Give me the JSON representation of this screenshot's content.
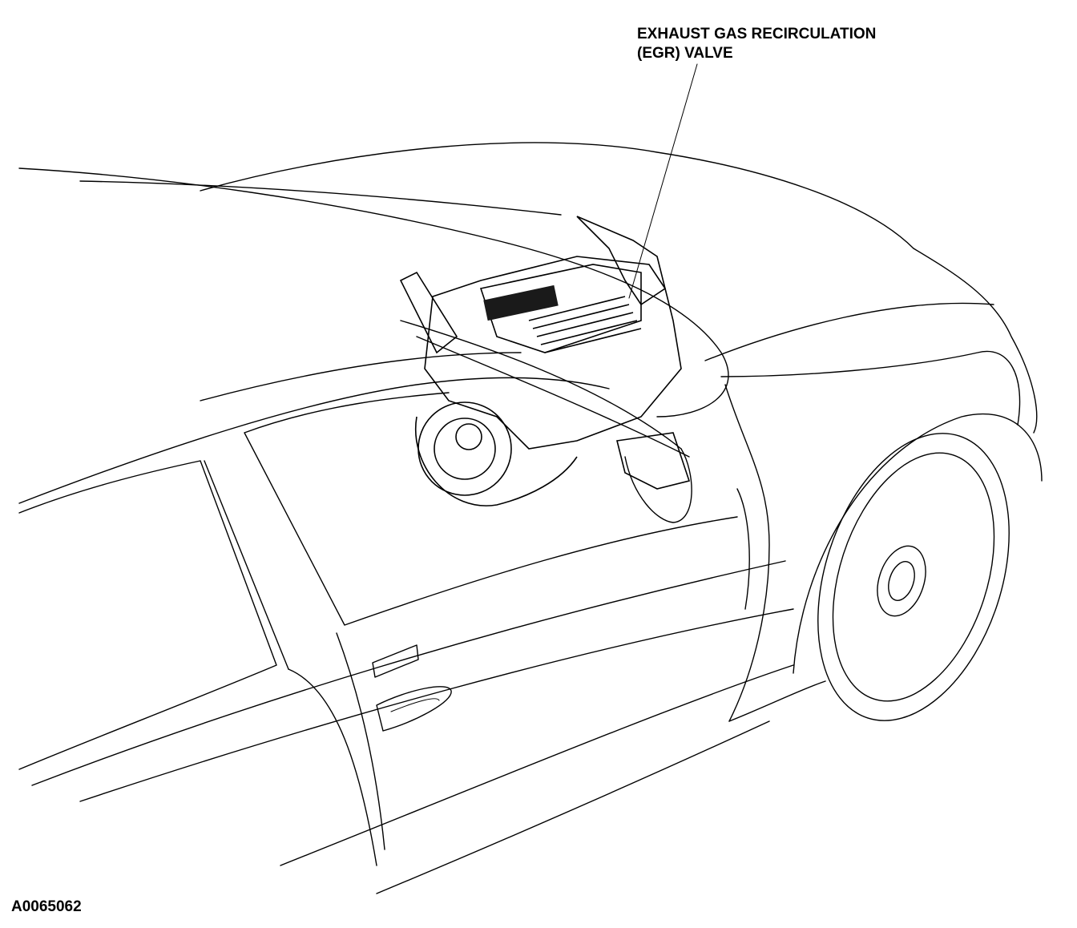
{
  "callout": {
    "line1": "EXHAUST GAS RECIRCULATION",
    "line2": "(EGR) VALVE"
  },
  "figure_id": "A0065062"
}
